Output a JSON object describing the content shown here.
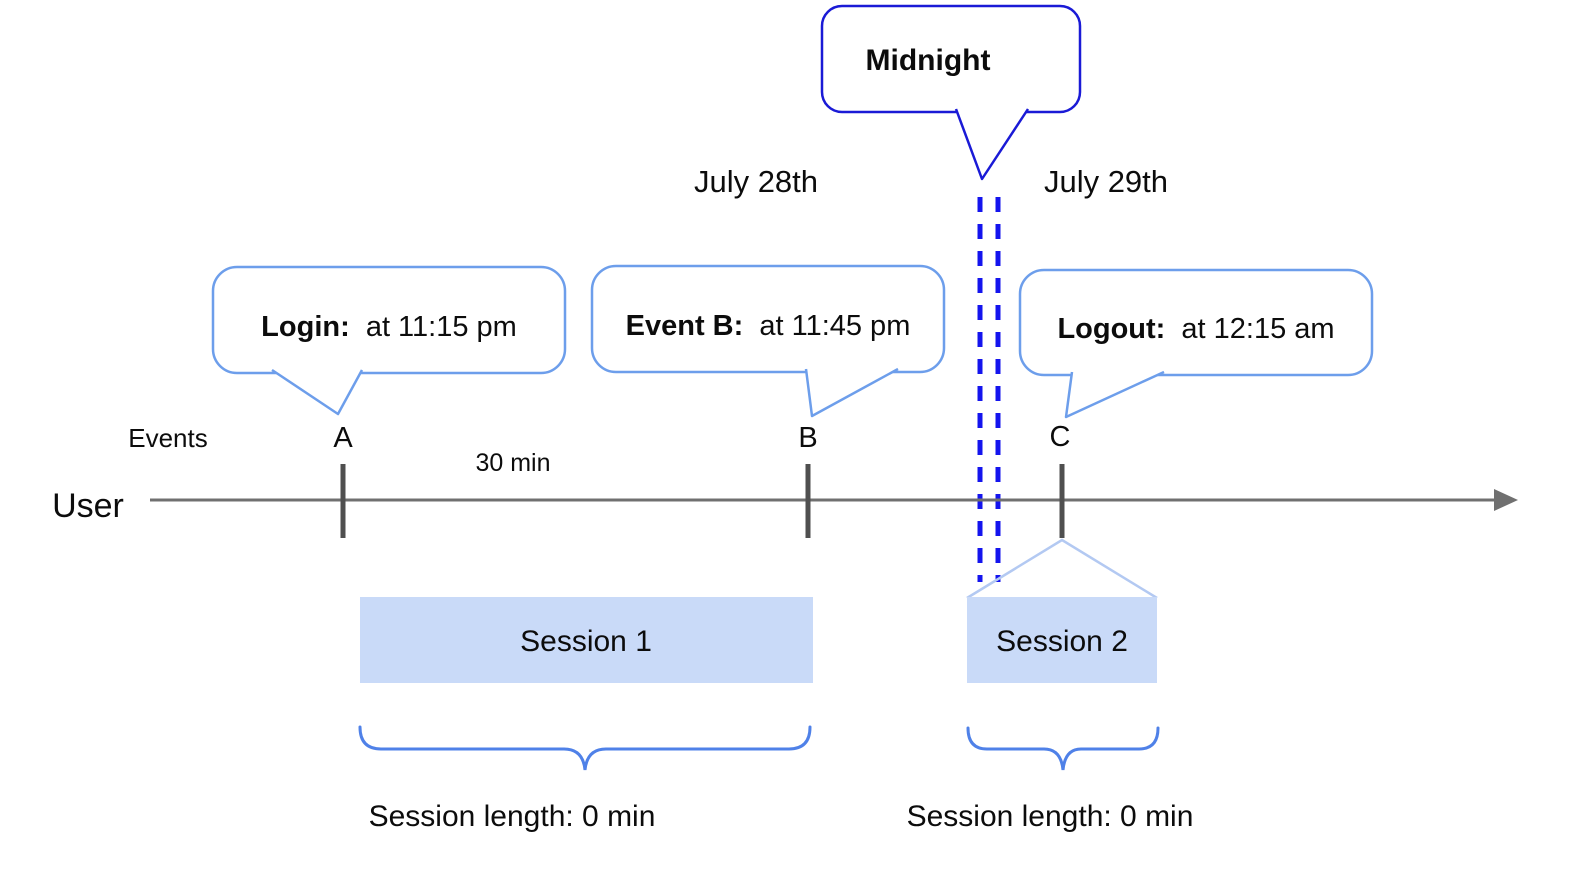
{
  "colors": {
    "callout_border": "#6d9eeb",
    "midnight_border": "#1a1ad6",
    "midnight_line": "#1414ee",
    "session_fill": "#c9daf8",
    "brace": "#4f81e8",
    "chevron": "#b3c9f2",
    "axis": "#707070",
    "tick": "#4f4f4f",
    "text": "#0c0c0c"
  },
  "midnight_callout": {
    "label": "Midnight"
  },
  "dates": {
    "before": "July 28th",
    "after": "July 29th"
  },
  "axis": {
    "row_label": "Events",
    "user_label": "User",
    "interval_label": "30 min"
  },
  "events": [
    {
      "id": "A",
      "callout_label": "Login:",
      "callout_time": "at 11:15 pm"
    },
    {
      "id": "B",
      "callout_label": "Event B:",
      "callout_time": "at 11:45 pm"
    },
    {
      "id": "C",
      "callout_label": "Logout:",
      "callout_time": "at 12:15 am"
    }
  ],
  "sessions": [
    {
      "name": "Session 1",
      "length_label": "Session length: 0 min"
    },
    {
      "name": "Session 2",
      "length_label": "Session length: 0 min"
    }
  ]
}
